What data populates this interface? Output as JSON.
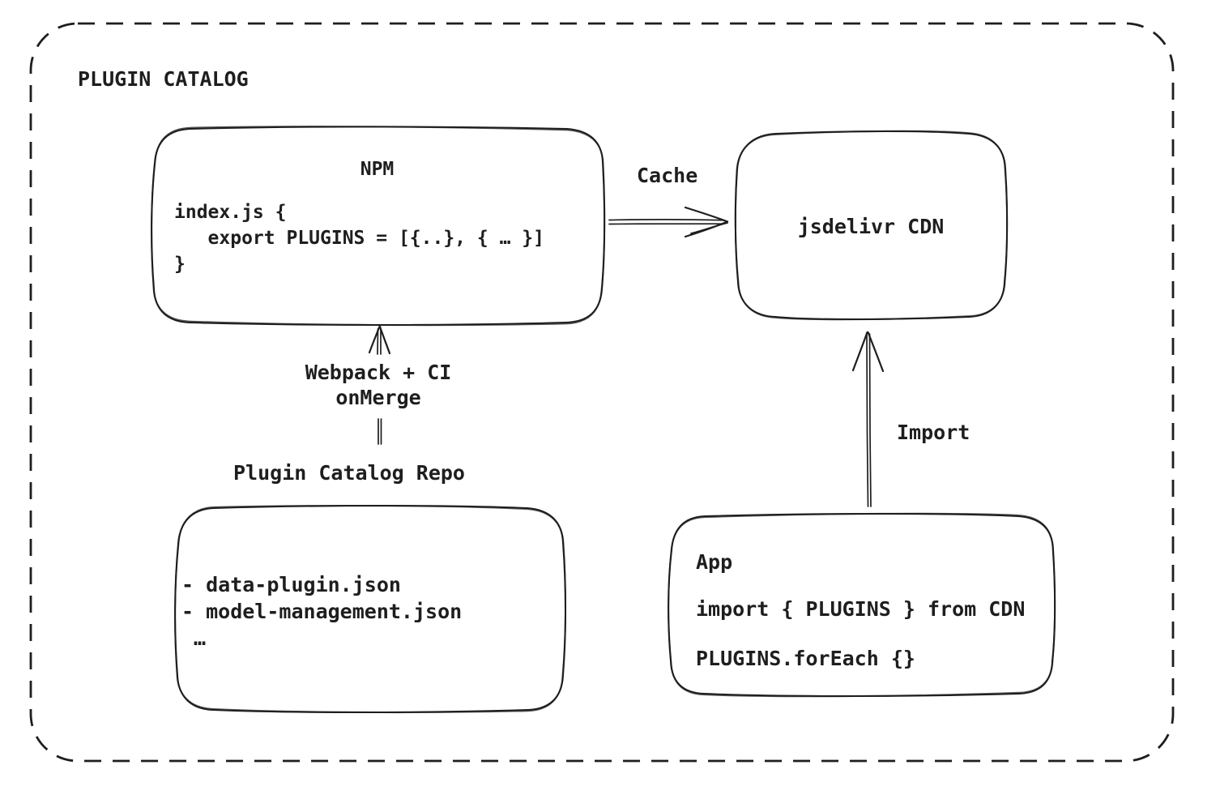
{
  "colors": {
    "ink": "#1e1e1e",
    "background": "#ffffff"
  },
  "frame": {
    "title": "PLUGIN CATALOG"
  },
  "nodes": {
    "npm": {
      "title": "NPM",
      "code": "index.js {\n   export PLUGINS = [{..}, { … }]\n}"
    },
    "cdn": {
      "title": "jsdelivr CDN"
    },
    "repo": {
      "title": "Plugin Catalog Repo",
      "files": "- data-plugin.json\n- model-management.json\n …"
    },
    "app": {
      "title": "App",
      "code_line1": "import { PLUGINS } from CDN",
      "code_line2": "PLUGINS.forEach {}"
    }
  },
  "edges": {
    "cache": {
      "label": "Cache"
    },
    "build": {
      "label": "Webpack + CI\nonMerge"
    },
    "import": {
      "label": "Import"
    }
  }
}
